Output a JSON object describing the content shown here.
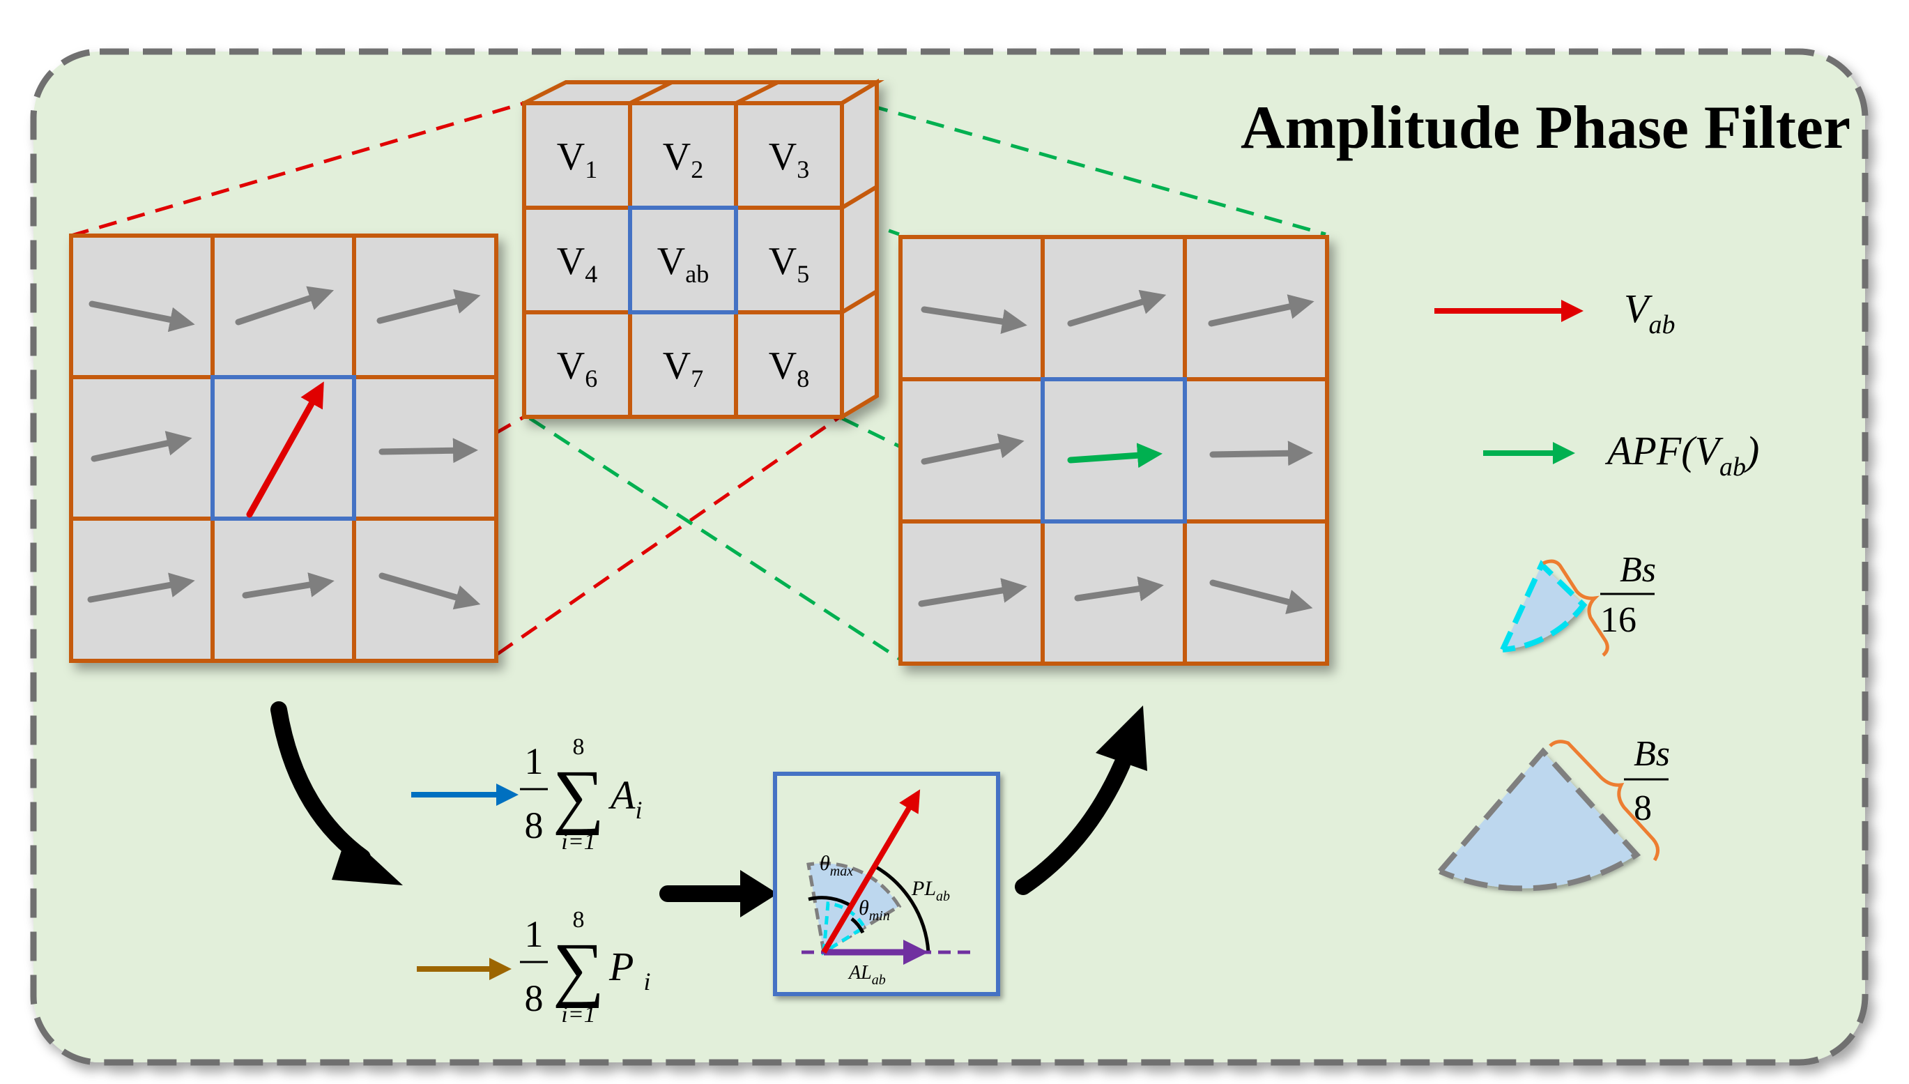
{
  "title": "Amplitude Phase Filter",
  "colors": {
    "panel_bg": "#e2efda",
    "panel_border": "#6f6f6f",
    "grid_line": "#c55a11",
    "cell_fill": "#d9d9d9",
    "highlight": "#4472c4",
    "vector_gray": "#7f7f7f",
    "vector_red": "#e00000",
    "vector_green": "#00b050",
    "mean_amp_arrow": "#0070c0",
    "mean_phase_arrow": "#9c6500",
    "sector_fill": "#bdd7ee",
    "sector_cyan": "#00e0f0",
    "brace": "#ed7d31",
    "purple": "#7030a0",
    "connector_red": "#e00000",
    "connector_green": "#00b050"
  },
  "cube_cells": [
    {
      "name": "V",
      "sub": "1"
    },
    {
      "name": "V",
      "sub": "2"
    },
    {
      "name": "V",
      "sub": "3"
    },
    {
      "name": "V",
      "sub": "4"
    },
    {
      "name": "V",
      "sub": "ab"
    },
    {
      "name": "V",
      "sub": "5"
    },
    {
      "name": "V",
      "sub": "6"
    },
    {
      "name": "V",
      "sub": "7"
    },
    {
      "name": "V",
      "sub": "8"
    }
  ],
  "legend": {
    "vab": {
      "main": "V",
      "sub": "ab"
    },
    "apf": {
      "prefix": "APF(",
      "main": "V",
      "sub": "ab",
      "suffix": ")"
    },
    "small_sector": {
      "num": "Bs",
      "den": "16"
    },
    "large_sector": {
      "num": "Bs",
      "den": "8"
    }
  },
  "formulas": {
    "amplitude": {
      "num": "1",
      "den": "8",
      "sum_top": "8",
      "sum_bottom": "i=1",
      "var": "A",
      "sub": "i"
    },
    "phase": {
      "num": "1",
      "den": "8",
      "sum_top": "8",
      "sum_bottom": "i=1",
      "var": "P",
      "sub": "i"
    }
  },
  "detail": {
    "theta": "θ",
    "theta_max_sub": "max",
    "theta_min_sub": "min",
    "pl_main": "PL",
    "pl_sub": "ab",
    "al_main": "AL",
    "al_sub": "ab"
  }
}
